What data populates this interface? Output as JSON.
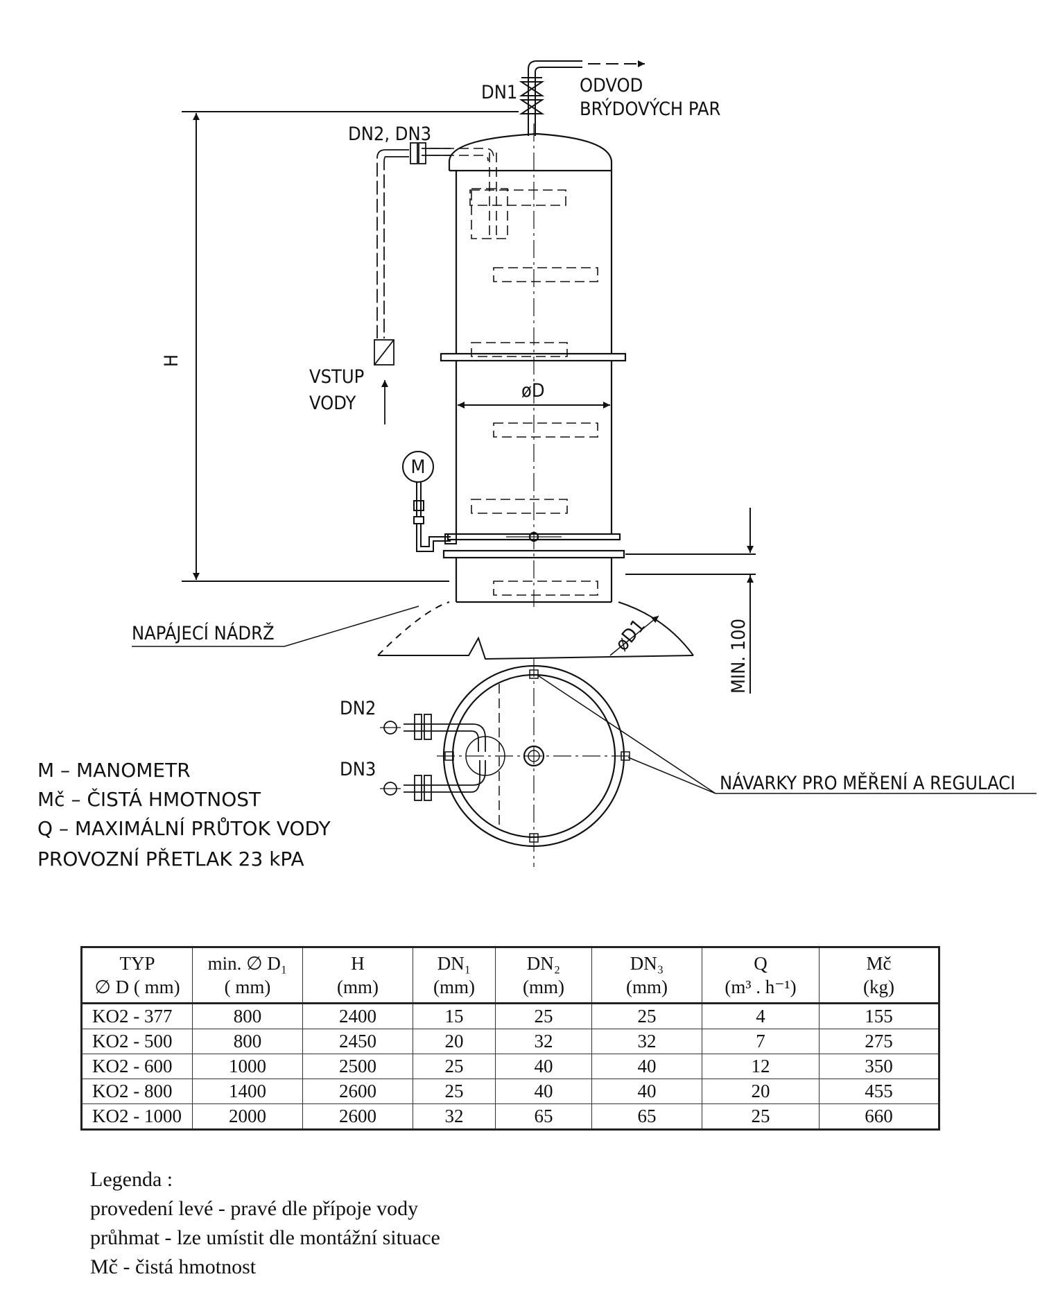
{
  "labels": {
    "dn1": "DN1",
    "outlet_line1": "ODVOD",
    "outlet_line2": "BRÝDOVÝCH PAR",
    "dn2_dn3": "DN2, DN3",
    "height": "H",
    "inlet_line1": "VSTUP",
    "inlet_line2": "VODY",
    "diameter": "øD",
    "manometer_symbol": "M",
    "feed_tank": "NAPÁJECÍ NÁDRŽ",
    "d1": "øD1",
    "min_clearance": "MIN. 100",
    "dn2": "DN2",
    "dn3": "DN3",
    "welds": "NÁVARKY PRO MĚŘENÍ A REGULACI"
  },
  "notes": [
    "M – MANOMETR",
    "Mč – ČISTÁ HMOTNOST",
    "Q – MAXIMÁLNÍ PRŮTOK VODY",
    "PROVOZNÍ PŘETLAK 23 kPA"
  ],
  "table": {
    "headers": [
      [
        "TYP",
        "∅ D ( mm)"
      ],
      [
        "min. ∅ D₁",
        "( mm)"
      ],
      [
        "H",
        "(mm)"
      ],
      [
        "DN₁",
        "(mm)"
      ],
      [
        "DN₂",
        "(mm)"
      ],
      [
        "DN₃",
        "(mm)"
      ],
      [
        "Q",
        "(m³ . h⁻¹)"
      ],
      [
        "Mč",
        "(kg)"
      ]
    ],
    "rows": [
      [
        "KO2 -   377",
        "800",
        "2400",
        "15",
        "25",
        "25",
        "4",
        "155"
      ],
      [
        "KO2 -   500",
        "800",
        "2450",
        "20",
        "32",
        "32",
        "7",
        "275"
      ],
      [
        "KO2 -   600",
        "1000",
        "2500",
        "25",
        "40",
        "40",
        "12",
        "350"
      ],
      [
        "KO2 -   800",
        "1400",
        "2600",
        "25",
        "40",
        "40",
        "20",
        "455"
      ],
      [
        "KO2 - 1000",
        "2000",
        "2600",
        "32",
        "65",
        "65",
        "25",
        "660"
      ]
    ]
  },
  "legend": {
    "title": "Legenda :",
    "lines": [
      "provedení levé - pravé dle přípoje vody",
      "průhmat - lze umístit dle montážní situace",
      "Mč - čistá hmotnost"
    ]
  }
}
